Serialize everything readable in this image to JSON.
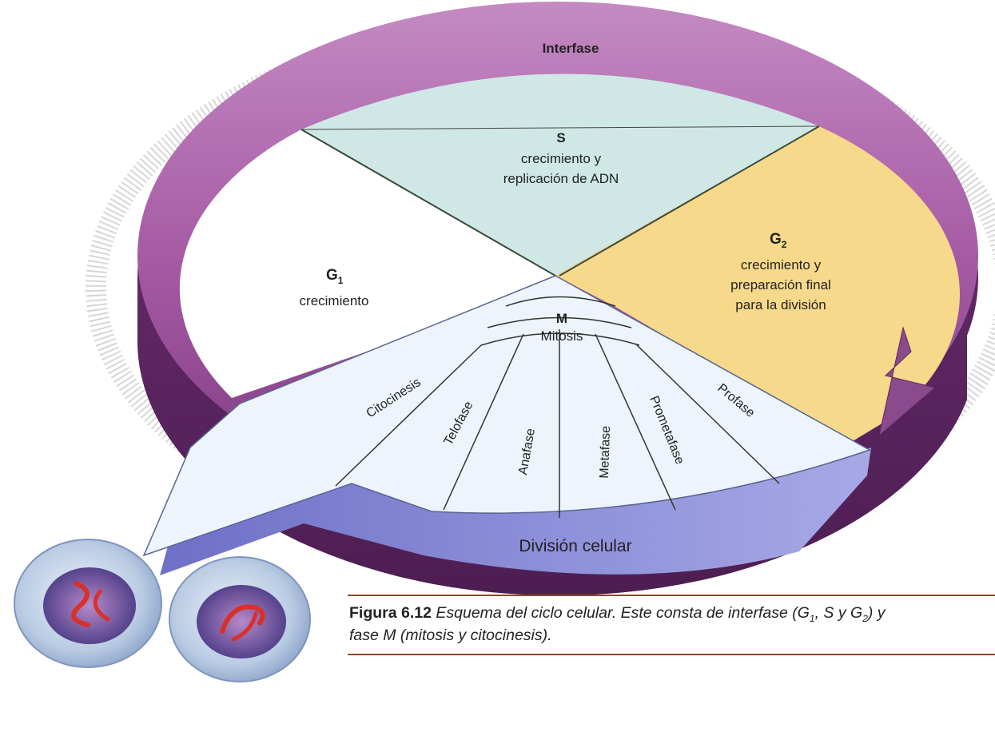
{
  "diagram": {
    "outer_ring": "Interfase",
    "s_phase": {
      "name": "S",
      "line1": "crecimiento y",
      "line2": "replicación de ADN"
    },
    "g1_phase": {
      "name": "G",
      "sub": "1",
      "desc": "crecimiento"
    },
    "g2_phase": {
      "name": "G",
      "sub": "2",
      "line1": "crecimiento y",
      "line2": "preparación final",
      "line3": "para la división"
    },
    "m_phase": {
      "name": "M",
      "mitosis": "Mitosis"
    },
    "subphases": [
      "Citocinesis",
      "Telofase",
      "Anafase",
      "Metafase",
      "Prometafase",
      "Profase"
    ],
    "division_label": "División celular"
  },
  "caption": {
    "label": "Figura 6.12",
    "text_a": " Esquema del ciclo celular. Este consta de interfase (G",
    "sub1": "1",
    "text_b": ", S y G",
    "sub2": "2",
    "text_c": ") y",
    "text_d": "fase M (mitosis y citocinesis)."
  },
  "colors": {
    "ring": "#a85fa6",
    "ring_dark": "#7e3b80",
    "s_fill": "#cfe8e6",
    "g2_fill": "#f6d98a",
    "arrow_fill": "#eef4fb",
    "arrow_side": "#8e8fd6",
    "caption_rule": "#8a4a22"
  }
}
